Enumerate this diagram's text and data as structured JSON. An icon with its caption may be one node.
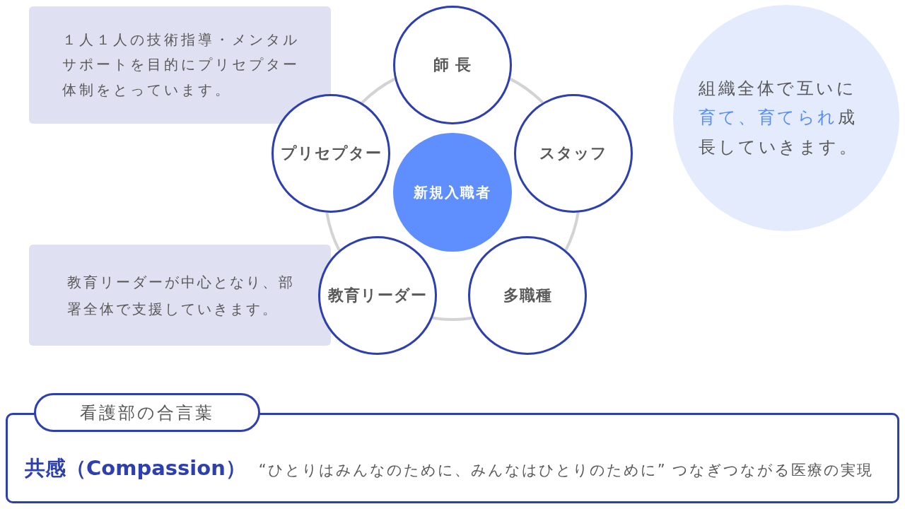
{
  "diagram": {
    "nodes": [
      {
        "text": [
          "１人１人の技術指導・メンタルサポートを目的にプリセプター体制をとっています。"
        ]
      },
      {
        "text": [
          "師 長"
        ]
      },
      {
        "text": [
          "組織全体で互いに**育て、育てられ**成長していきます。"
        ]
      },
      {
        "text": [
          "プリセプター"
        ]
      },
      {
        "text": [
          "新規入職者"
        ]
      },
      {
        "text": [
          "スタッフ"
        ]
      },
      {
        "text": [
          "教育リーダーが中心となり、部署全体で支援していきます。"
        ]
      },
      {
        "text": [
          "教育リーダー"
        ]
      },
      {
        "text": [
          "多職種"
        ]
      },
      {
        "text": [
          "看護部の合言葉",
          "共感（Compassion）",
          "“ひとりはみんなのために、みんなはひとりのために” つなぎつながる医療の実現"
        ]
      }
    ],
    "edges": [
      {
        "from": 1,
        "to": 5,
        "arrow": "none"
      },
      {
        "from": 5,
        "to": 8,
        "arrow": "none"
      },
      {
        "from": 8,
        "to": 7,
        "arrow": "none"
      },
      {
        "from": 7,
        "to": 3,
        "arrow": "none"
      },
      {
        "from": 3,
        "to": 1,
        "arrow": "none"
      }
    ]
  }
}
